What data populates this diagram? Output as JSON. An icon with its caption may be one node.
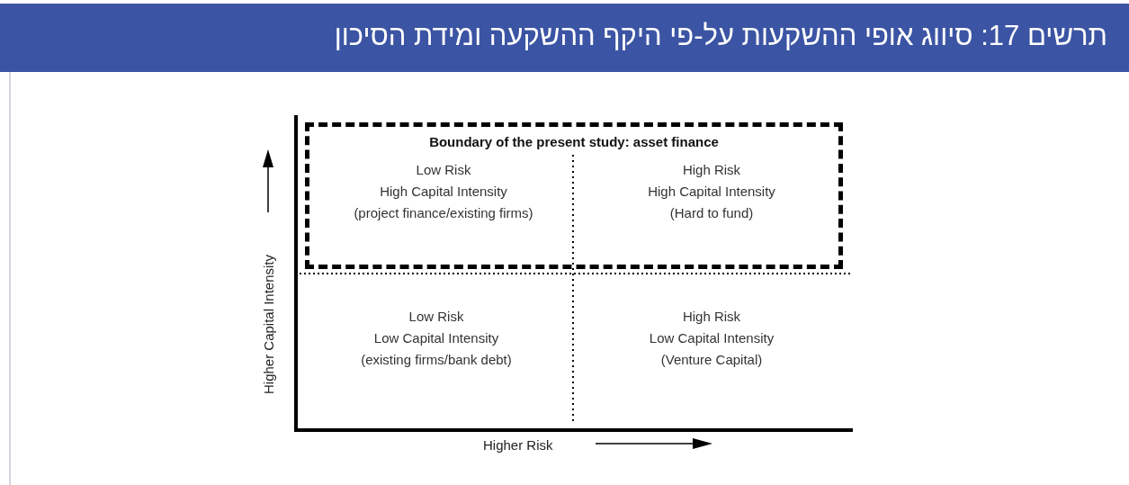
{
  "diagram": {
    "title": "תרשים 17: סיווג אופי ההשקעות על-פי היקף ההשקעה ומידת הסיכון",
    "nodes": [
      {
        "text": [
          "Boundary of the present study: asset finance"
        ]
      },
      {
        "text": [
          "Low Risk",
          "High Capital Intensity",
          "(project finance/existing firms)"
        ],
        "in": 0
      },
      {
        "text": [
          "High Risk",
          "High Capital Intensity",
          "(Hard to fund)"
        ],
        "in": 0
      },
      {
        "text": [
          "Low Risk",
          "Low Capital Intensity",
          "(existing firms/bank debt)"
        ]
      },
      {
        "text": [
          "High Risk",
          "Low Capital Intensity",
          "(Venture Capital)"
        ]
      }
    ],
    "edges": [],
    "labels": [
      "Higher Capital Intensity",
      "Higher Risk"
    ]
  }
}
